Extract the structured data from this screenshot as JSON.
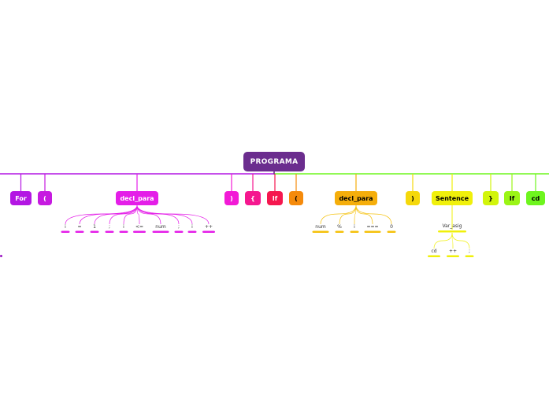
{
  "root": {
    "label": "PROGRAMA",
    "color": "#6b2d8e"
  },
  "branches": [
    {
      "id": "for",
      "label": "For",
      "color": "#b316e3",
      "text": "#ffffff"
    },
    {
      "id": "paren1",
      "label": "(",
      "color": "#c61ae0",
      "text": "#ffffff"
    },
    {
      "id": "decl1",
      "label": "decl_para",
      "color": "#e41ee8",
      "text": "#ffffff",
      "leaves": [
        "i",
        "=",
        "1",
        ";",
        "i",
        "<=",
        "num",
        ";",
        "i",
        "++"
      ],
      "leaf_color": "#e41ee8"
    },
    {
      "id": "paren2",
      "label": ")",
      "color": "#f21ad6",
      "text": "#ffffff"
    },
    {
      "id": "brace1",
      "label": "{",
      "color": "#f5178f",
      "text": "#ffffff"
    },
    {
      "id": "if1",
      "label": "If",
      "color": "#f5174f",
      "text": "#ffffff"
    },
    {
      "id": "paren3",
      "label": "(",
      "color": "#f58a0b",
      "text": "#000000"
    },
    {
      "id": "decl2",
      "label": "decl_para",
      "color": "#f5ae0b",
      "text": "#000000",
      "leaves": [
        "num",
        "%",
        "i",
        "===",
        "0"
      ],
      "leaf_color": "#f5c10b"
    },
    {
      "id": "paren4",
      "label": ")",
      "color": "#f5d80b",
      "text": "#000000"
    },
    {
      "id": "sentence",
      "label": "Sentence",
      "color": "#f0f00b",
      "text": "#000000",
      "sub": {
        "label": "Var_asig",
        "leaves": [
          "cd",
          "++",
          ";"
        ]
      },
      "leaf_color": "#f0f00b"
    },
    {
      "id": "brace2",
      "label": "}",
      "color": "#d2f50b",
      "text": "#000000"
    },
    {
      "id": "if2",
      "label": "If",
      "color": "#9bf516",
      "text": "#000000"
    },
    {
      "id": "cd",
      "label": "cd",
      "color": "#6ef51e",
      "text": "#000000"
    }
  ]
}
